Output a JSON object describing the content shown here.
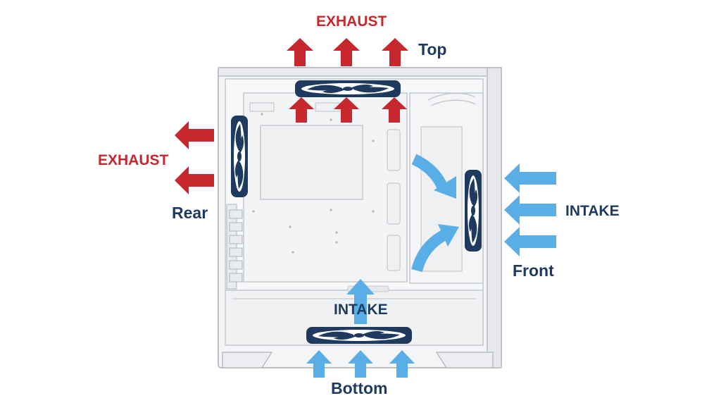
{
  "labels": {
    "top_exhaust": "EXHAUST",
    "top": "Top",
    "rear_exhaust": "EXHAUST",
    "rear": "Rear",
    "front_intake": "INTAKE",
    "front": "Front",
    "bottom_intake": "INTAKE",
    "bottom": "Bottom"
  },
  "colors": {
    "exhaust": "#c6282d",
    "intake": "#5aaee8",
    "label_navy": "#1e3a5f",
    "case_outline": "#b9bec4",
    "case_fill": "#f2f3f5",
    "fan_frame": "#1e3a5f"
  },
  "airflow": {
    "top": "exhaust",
    "rear": "exhaust",
    "front": "intake",
    "bottom": "intake"
  }
}
